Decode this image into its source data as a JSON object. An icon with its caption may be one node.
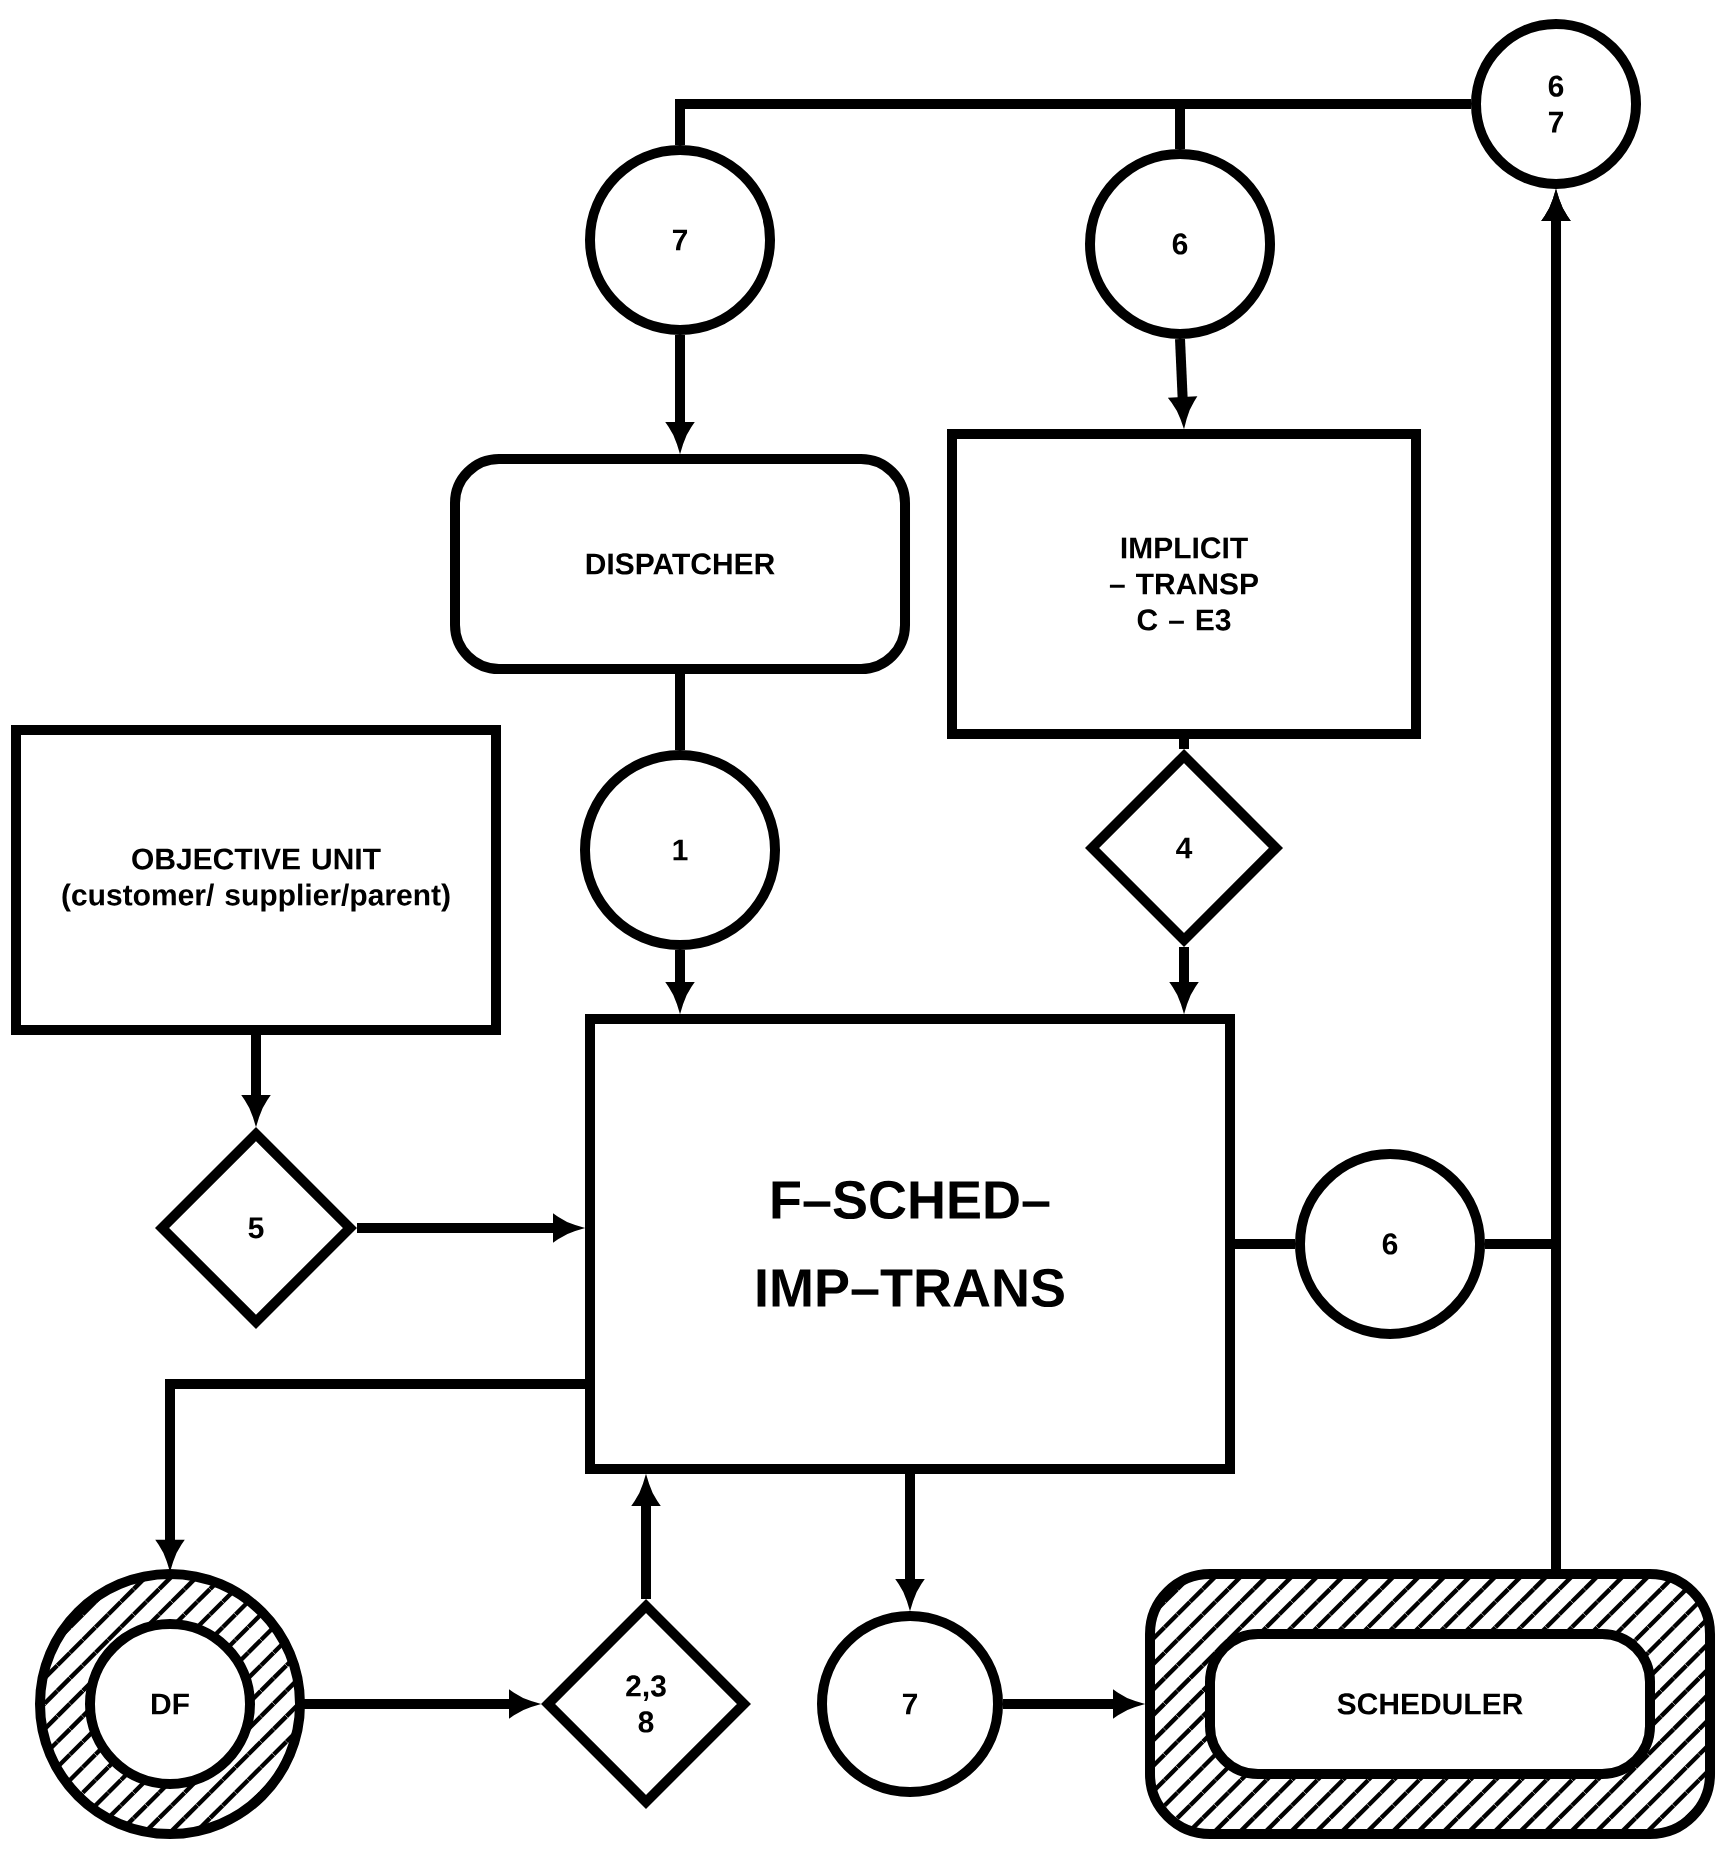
{
  "diagram": {
    "nodes": [
      {
        "text": [
          "6 7"
        ]
      },
      {
        "text": [
          "7"
        ]
      },
      {
        "text": [
          "6"
        ]
      },
      {
        "text": [
          "DISPATCHER"
        ]
      },
      {
        "text": [
          "IMPLICIT – TRANSP C – E3"
        ]
      },
      {
        "text": [
          "OBJECTIVE UNIT (customer/ supplier/parent)"
        ]
      },
      {
        "text": [
          "1"
        ]
      },
      {
        "text": [
          "4"
        ]
      },
      {
        "text": [
          "5"
        ]
      },
      {
        "text": [
          "F–SCHED– IMP–TRANS"
        ]
      },
      {
        "text": [
          "6"
        ]
      },
      {
        "text": [
          "DF"
        ]
      },
      {
        "text": [
          "2,3 8"
        ]
      },
      {
        "text": [
          "7"
        ]
      },
      {
        "text": [
          "SCHEDULER"
        ]
      }
    ],
    "edges": [
      {
        "from": 0,
        "to": 1,
        "arrow": "none"
      },
      {
        "from": 0,
        "to": 2,
        "arrow": "none"
      },
      {
        "from": 1,
        "to": 3,
        "arrow": "to"
      },
      {
        "from": 2,
        "to": 4,
        "arrow": "to"
      },
      {
        "from": 3,
        "to": 6,
        "arrow": "none"
      },
      {
        "from": 6,
        "to": 9,
        "arrow": "to"
      },
      {
        "from": 4,
        "to": 7,
        "arrow": "none"
      },
      {
        "from": 7,
        "to": 9,
        "arrow": "to"
      },
      {
        "from": 5,
        "to": 8,
        "arrow": "to"
      },
      {
        "from": 8,
        "to": 9,
        "arrow": "to"
      },
      {
        "from": 9,
        "to": 10,
        "arrow": "none"
      },
      {
        "from": 10,
        "to": 0,
        "arrow": "to"
      },
      {
        "from": 14,
        "to": 0,
        "arrow": "to"
      },
      {
        "from": 9,
        "to": 11,
        "arrow": "to"
      },
      {
        "from": 11,
        "to": 12,
        "arrow": "to"
      },
      {
        "from": 12,
        "to": 9,
        "arrow": "to"
      },
      {
        "from": 9,
        "to": 13,
        "arrow": "to"
      },
      {
        "from": 13,
        "to": 14,
        "arrow": "to"
      }
    ]
  }
}
